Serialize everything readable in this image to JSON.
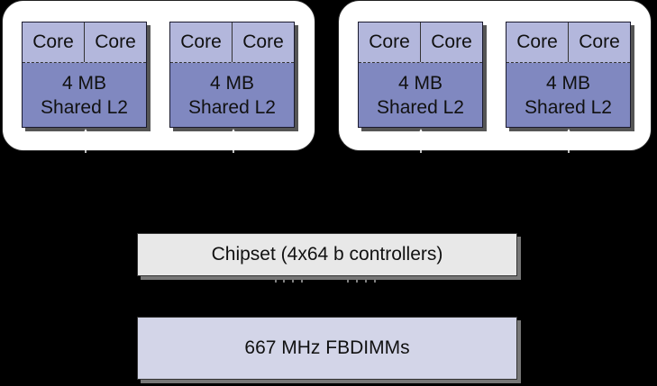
{
  "sockets": [
    {
      "dies": [
        {
          "cores": [
            "Core",
            "Core"
          ],
          "cache_line1": "4 MB",
          "cache_line2": "Shared L2"
        },
        {
          "cores": [
            "Core",
            "Core"
          ],
          "cache_line1": "4 MB",
          "cache_line2": "Shared L2"
        }
      ]
    },
    {
      "dies": [
        {
          "cores": [
            "Core",
            "Core"
          ],
          "cache_line1": "4 MB",
          "cache_line2": "Shared L2"
        },
        {
          "cores": [
            "Core",
            "Core"
          ],
          "cache_line1": "4 MB",
          "cache_line2": "Shared L2"
        }
      ]
    }
  ],
  "chipset": {
    "label": "Chipset (4x64 b controllers)"
  },
  "memory": {
    "label": "667 MHz FBDIMMs"
  },
  "colors": {
    "background": "#000000",
    "core": "#b3b7dc",
    "cache": "#8088c0",
    "chipset": "#e8e8e8",
    "memory": "#d3d5e8"
  }
}
